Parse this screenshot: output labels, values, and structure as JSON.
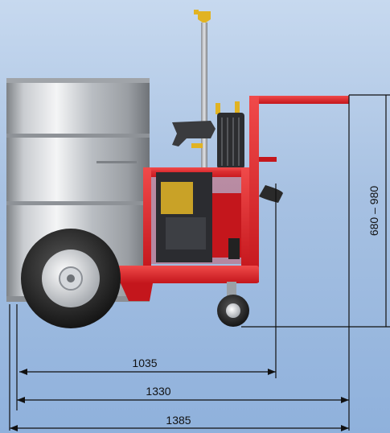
{
  "dimensions": {
    "width_1": "1035",
    "width_2": "1330",
    "width_3": "1385",
    "height_range": "680 – 980"
  }
}
